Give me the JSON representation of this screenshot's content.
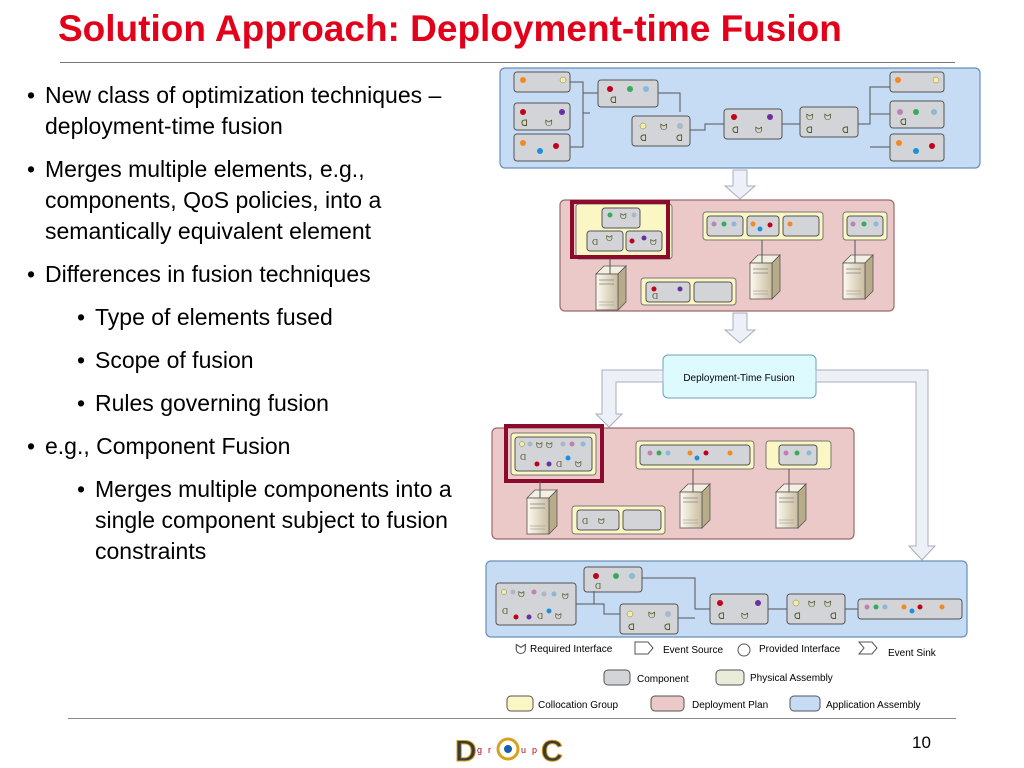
{
  "title": "Solution Approach: Deployment-time Fusion",
  "bullets": [
    {
      "text": "New class of optimization techniques – deployment-time fusion",
      "level": 1
    },
    {
      "text": "Merges multiple elements, e.g., components, QoS policies, into a semantically equivalent element",
      "level": 1
    },
    {
      "text": "Differences in fusion techniques",
      "level": 1
    },
    {
      "text": "Type of elements fused",
      "level": 2
    },
    {
      "text": "Scope of fusion",
      "level": 2
    },
    {
      "text": "Rules governing fusion",
      "level": 2
    },
    {
      "text": "e.g., Component Fusion",
      "level": 1
    },
    {
      "text": "Merges multiple components into a single component subject to fusion constraints",
      "level": 2
    }
  ],
  "diagram": {
    "fusion_box_label": "Deployment-Time Fusion",
    "legend": {
      "required_interface": "Required Interface",
      "event_source": "Event Source",
      "provided_interface": "Provided Interface",
      "event_sink": "Event Sink",
      "component": "Component",
      "physical_assembly": "Physical Assembly",
      "collocation_group": "Collocation Group",
      "deployment_plan": "Deployment Plan",
      "application_assembly": "Application Assembly"
    },
    "colors": {
      "application_assembly": "#c6dcf5",
      "deployment_plan": "#ecc9c9",
      "collocation_group": "#fbf7c4",
      "component": "#d2d4d8",
      "physical_assembly": "#e9ecd8",
      "highlight": "#8b0a2e",
      "title_red": "#e3001b"
    }
  },
  "page_number": "10",
  "logo": {
    "letters": "D O C",
    "small": "g r u p"
  }
}
